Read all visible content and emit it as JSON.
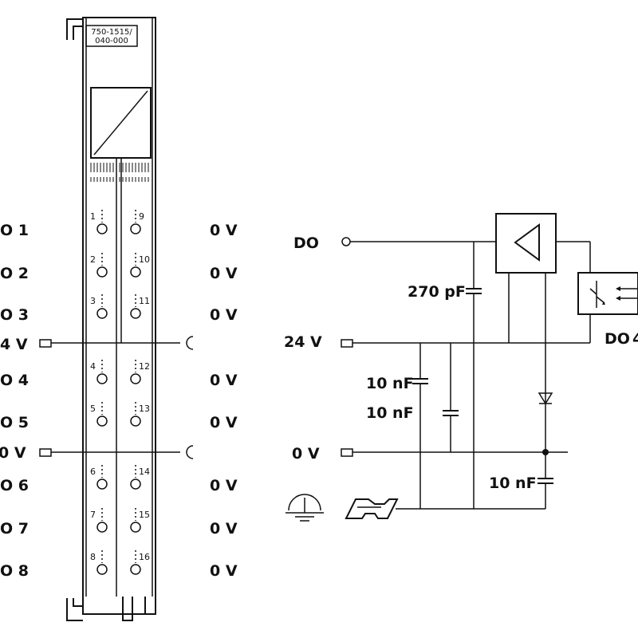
{
  "module": {
    "part_number_line1": "750-1515/",
    "part_number_line2": "040-000",
    "channels_left": [
      {
        "pin": "1",
        "label": "O 1"
      },
      {
        "pin": "2",
        "label": "O 2"
      },
      {
        "pin": "3",
        "label": "O 3"
      },
      {
        "pin": "4",
        "label": "O 4"
      },
      {
        "pin": "5",
        "label": "O 5"
      },
      {
        "pin": "6",
        "label": "O 6"
      },
      {
        "pin": "7",
        "label": "O 7"
      },
      {
        "pin": "8",
        "label": "O 8"
      }
    ],
    "channels_right": [
      {
        "pin": "9",
        "label": "0 V"
      },
      {
        "pin": "10",
        "label": "0 V"
      },
      {
        "pin": "11",
        "label": "0 V"
      },
      {
        "pin": "12",
        "label": "0 V"
      },
      {
        "pin": "13",
        "label": "0 V"
      },
      {
        "pin": "14",
        "label": "0 V"
      },
      {
        "pin": "15",
        "label": "0 V"
      },
      {
        "pin": "16",
        "label": "0 V"
      }
    ],
    "supply_24v_label": "4 V",
    "supply_0v_label": "0 V"
  },
  "circuit": {
    "do_label": "DO",
    "v24_label": "24 V",
    "v0_label": "0 V",
    "cap_do": "270 pF",
    "cap_1": "10 nF",
    "cap_2": "10 nF",
    "cap_3": "10 nF",
    "do_right_label": "DO"
  }
}
